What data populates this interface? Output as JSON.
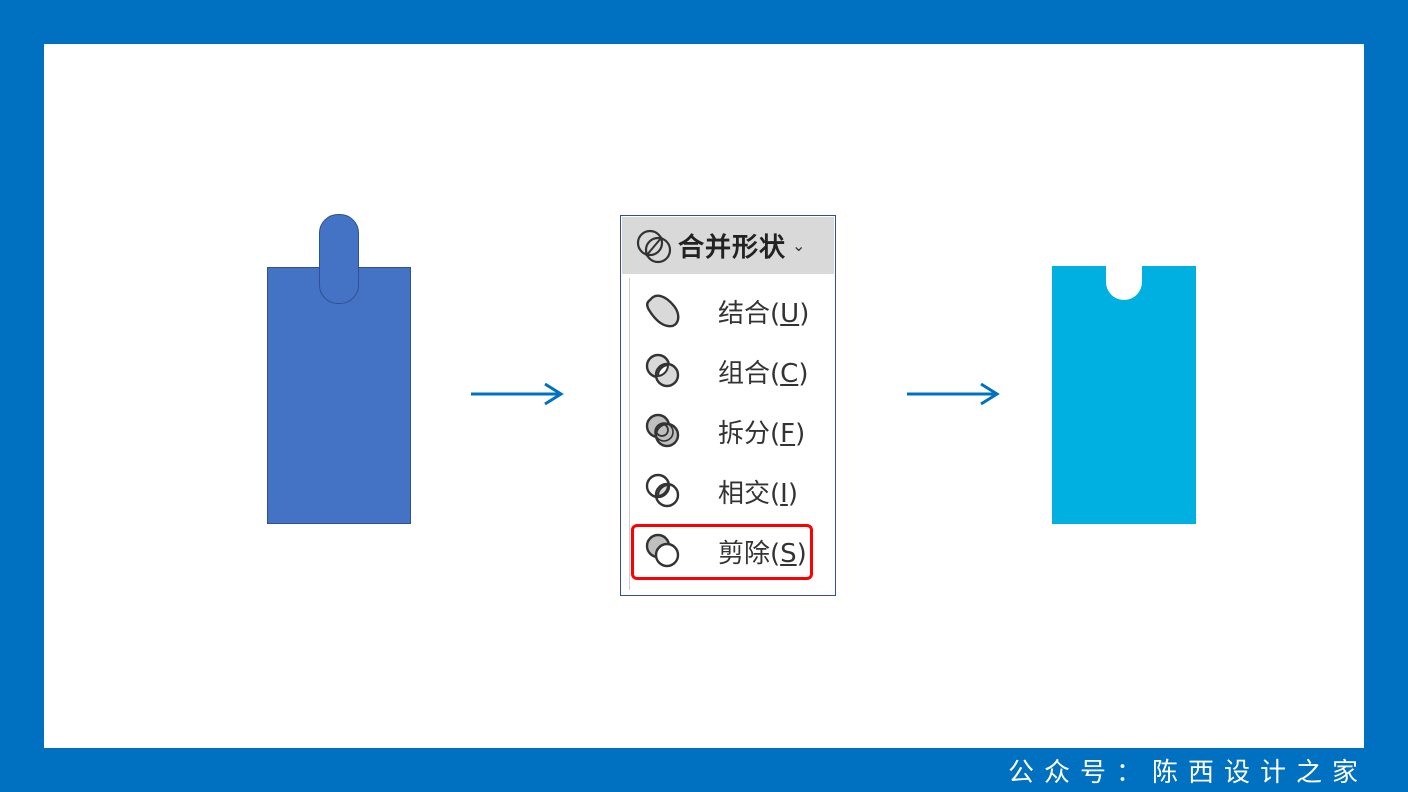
{
  "menu": {
    "title": "合并形状",
    "items": [
      {
        "text": "结合(",
        "key": "U",
        "close": ")",
        "icon": "union-icon"
      },
      {
        "text": "组合(",
        "key": "C",
        "close": ")",
        "icon": "combine-icon"
      },
      {
        "text": "拆分(",
        "key": "F",
        "close": ")",
        "icon": "fragment-icon"
      },
      {
        "text": "相交(",
        "key": "I",
        "close": ")",
        "icon": "intersect-icon"
      },
      {
        "text": "剪除(",
        "key": "S",
        "close": ")",
        "icon": "subtract-icon"
      }
    ],
    "highlighted_item": "剪除(S)"
  },
  "footer": {
    "text": "公众号：陈西设计之家"
  },
  "colors": {
    "frame": "#0070c0",
    "shape_left": "#4472c4",
    "shape_right": "#00b0e0",
    "highlight": "#ff0000",
    "arrow": "#0070c0"
  }
}
